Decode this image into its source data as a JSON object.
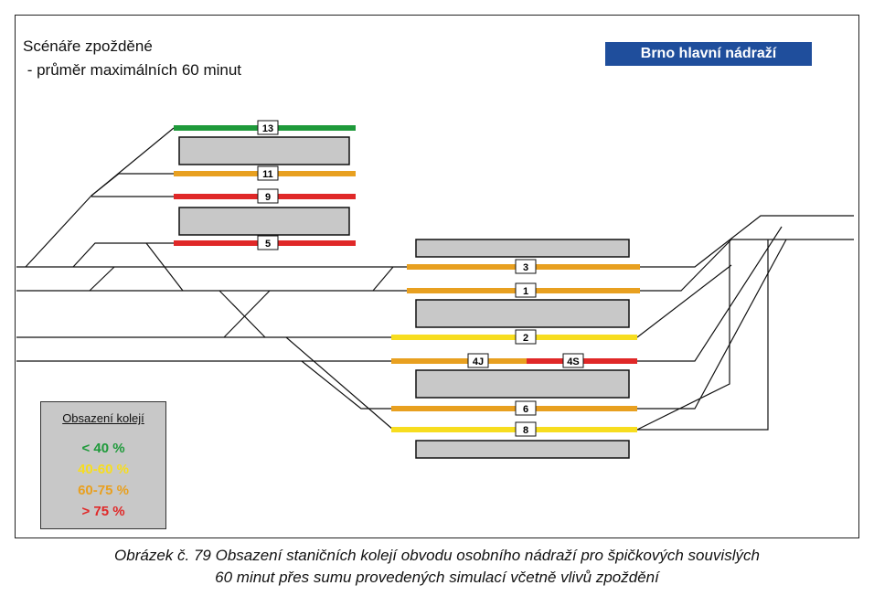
{
  "title_lines": [
    "Scénáře zpožděné",
    " - průměr maximálních 60 minut"
  ],
  "station": "Brno hlavní nádraží",
  "colors": {
    "green": "#1e9a3a",
    "yellow": "#f7dd1f",
    "orange": "#e8a020",
    "red": "#e02828",
    "platform": "#c8c8c8",
    "badge": "#1f4e9c"
  },
  "tracks": [
    {
      "label": "13",
      "color": "green"
    },
    {
      "label": "11",
      "color": "orange"
    },
    {
      "label": "9",
      "color": "red"
    },
    {
      "label": "5",
      "color": "red"
    },
    {
      "label": "3",
      "color": "orange"
    },
    {
      "label": "1",
      "color": "orange"
    },
    {
      "label": "2",
      "color": "yellow"
    },
    {
      "label": "4J",
      "color": "orange"
    },
    {
      "label": "4S",
      "color": "red"
    },
    {
      "label": "6",
      "color": "orange"
    },
    {
      "label": "8",
      "color": "yellow"
    }
  ],
  "legend": {
    "title": "Obsazení kolejí",
    "items": [
      {
        "label": "< 40 %",
        "color": "green"
      },
      {
        "label": "40-60 %",
        "color": "yellow"
      },
      {
        "label": "60-75 %",
        "color": "orange"
      },
      {
        "label": "> 75 %",
        "color": "red"
      }
    ]
  },
  "caption": [
    "Obrázek č. 79 Obsazení staničních kolejí obvodu osobního nádraží pro špičkových souvislých",
    "60 minut přes sumu provedených simulací včetně vlivů zpoždění"
  ]
}
